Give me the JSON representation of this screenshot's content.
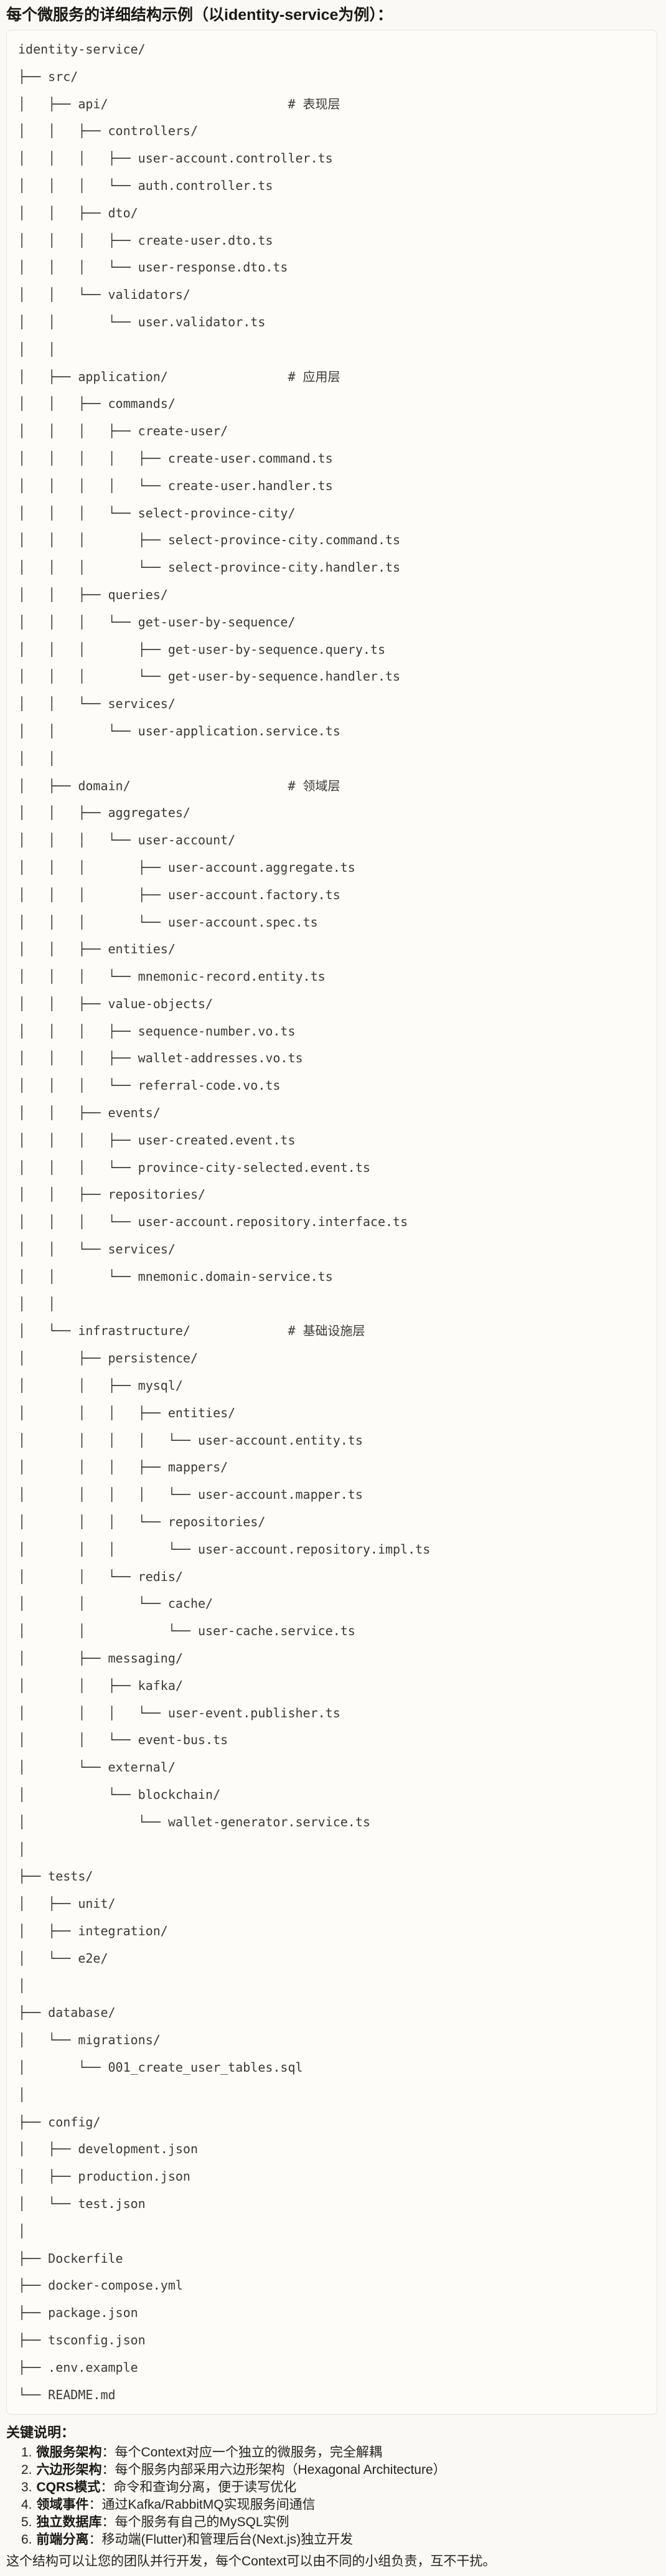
{
  "title": "每个微服务的详细结构示例（以identity-service为例）：",
  "tree": {
    "lines": [
      "identity-service/",
      "├── src/",
      "│   ├── api/                        # 表现层",
      "│   │   ├── controllers/",
      "│   │   │   ├── user-account.controller.ts",
      "│   │   │   └── auth.controller.ts",
      "│   │   ├── dto/",
      "│   │   │   ├── create-user.dto.ts",
      "│   │   │   └── user-response.dto.ts",
      "│   │   └── validators/",
      "│   │       └── user.validator.ts",
      "│   │",
      "│   ├── application/                # 应用层",
      "│   │   ├── commands/",
      "│   │   │   ├── create-user/",
      "│   │   │   │   ├── create-user.command.ts",
      "│   │   │   │   └── create-user.handler.ts",
      "│   │   │   └── select-province-city/",
      "│   │   │       ├── select-province-city.command.ts",
      "│   │   │       └── select-province-city.handler.ts",
      "│   │   ├── queries/",
      "│   │   │   └── get-user-by-sequence/",
      "│   │   │       ├── get-user-by-sequence.query.ts",
      "│   │   │       └── get-user-by-sequence.handler.ts",
      "│   │   └── services/",
      "│   │       └── user-application.service.ts",
      "│   │",
      "│   ├── domain/                     # 领域层",
      "│   │   ├── aggregates/",
      "│   │   │   └── user-account/",
      "│   │   │       ├── user-account.aggregate.ts",
      "│   │   │       ├── user-account.factory.ts",
      "│   │   │       └── user-account.spec.ts",
      "│   │   ├── entities/",
      "│   │   │   └── mnemonic-record.entity.ts",
      "│   │   ├── value-objects/",
      "│   │   │   ├── sequence-number.vo.ts",
      "│   │   │   ├── wallet-addresses.vo.ts",
      "│   │   │   └── referral-code.vo.ts",
      "│   │   ├── events/",
      "│   │   │   ├── user-created.event.ts",
      "│   │   │   └── province-city-selected.event.ts",
      "│   │   ├── repositories/",
      "│   │   │   └── user-account.repository.interface.ts",
      "│   │   └── services/",
      "│   │       └── mnemonic.domain-service.ts",
      "│   │",
      "│   └── infrastructure/             # 基础设施层",
      "│       ├── persistence/",
      "│       │   ├── mysql/",
      "│       │   │   ├── entities/",
      "│       │   │   │   └── user-account.entity.ts",
      "│       │   │   ├── mappers/",
      "│       │   │   │   └── user-account.mapper.ts",
      "│       │   │   └── repositories/",
      "│       │   │       └── user-account.repository.impl.ts",
      "│       │   └── redis/",
      "│       │       └── cache/",
      "│       │           └── user-cache.service.ts",
      "│       ├── messaging/",
      "│       │   ├── kafka/",
      "│       │   │   └── user-event.publisher.ts",
      "│       │   └── event-bus.ts",
      "│       └── external/",
      "│           └── blockchain/",
      "│               └── wallet-generator.service.ts",
      "│",
      "├── tests/",
      "│   ├── unit/",
      "│   ├── integration/",
      "│   └── e2e/",
      "│",
      "├── database/",
      "│   └── migrations/",
      "│       └── 001_create_user_tables.sql",
      "│",
      "├── config/",
      "│   ├── development.json",
      "│   ├── production.json",
      "│   └── test.json",
      "│",
      "├── Dockerfile",
      "├── docker-compose.yml",
      "├── package.json",
      "├── tsconfig.json",
      "├── .env.example",
      "└── README.md"
    ]
  },
  "notes": {
    "heading": "关键说明：",
    "items": [
      {
        "num": "1.",
        "term": "微服务架构",
        "desc": "：每个Context对应一个独立的微服务，完全解耦"
      },
      {
        "num": "2.",
        "term": "六边形架构",
        "desc": "：每个服务内部采用六边形架构（Hexagonal Architecture）"
      },
      {
        "num": "3.",
        "term": "CQRS模式",
        "desc": "：命令和查询分离，便于读写优化"
      },
      {
        "num": "4.",
        "term": "领域事件",
        "desc": "：通过Kafka/RabbitMQ实现服务间通信"
      },
      {
        "num": "5.",
        "term": "独立数据库",
        "desc": "：每个服务有自己的MySQL实例"
      },
      {
        "num": "6.",
        "term": "前端分离",
        "desc": "：移动端(Flutter)和管理后台(Next.js)独立开发"
      }
    ]
  },
  "footer": "这个结构可以让您的团队并行开发，每个Context可以由不同的小组负责，互不干扰。"
}
